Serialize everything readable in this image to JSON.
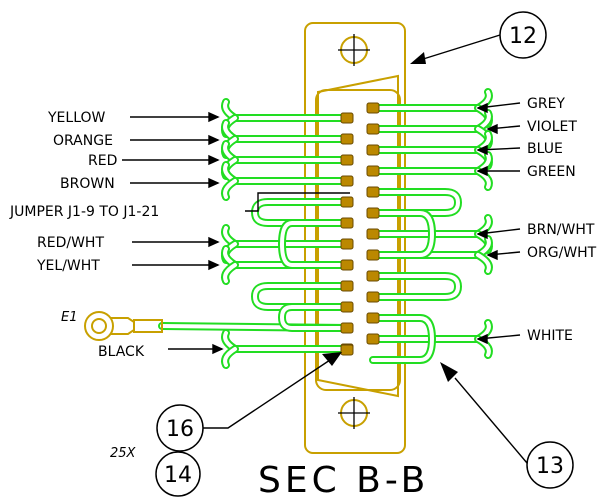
{
  "left_wire_labels": [
    "YELLOW",
    "ORANGE",
    "RED",
    "BROWN",
    "RED/WHT",
    "YEL/WHT"
  ],
  "right_wire_labels": [
    "GREY",
    "VIOLET",
    "BLUE",
    "GREEN",
    "BRN/WHT",
    "ORG/WHT",
    "WHITE"
  ],
  "jumper_label": "JUMPER J1-9 TO J1-21",
  "ground_label": "BLACK",
  "terminal_label": "E1",
  "quantity_label": "25X",
  "callouts": [
    "12",
    "13",
    "14",
    "16"
  ],
  "section_title": "SEC B-B",
  "colors": {
    "wire": "#22dd22",
    "connector": "#c8a000",
    "pin": "#bb8800",
    "line": "#000000"
  }
}
